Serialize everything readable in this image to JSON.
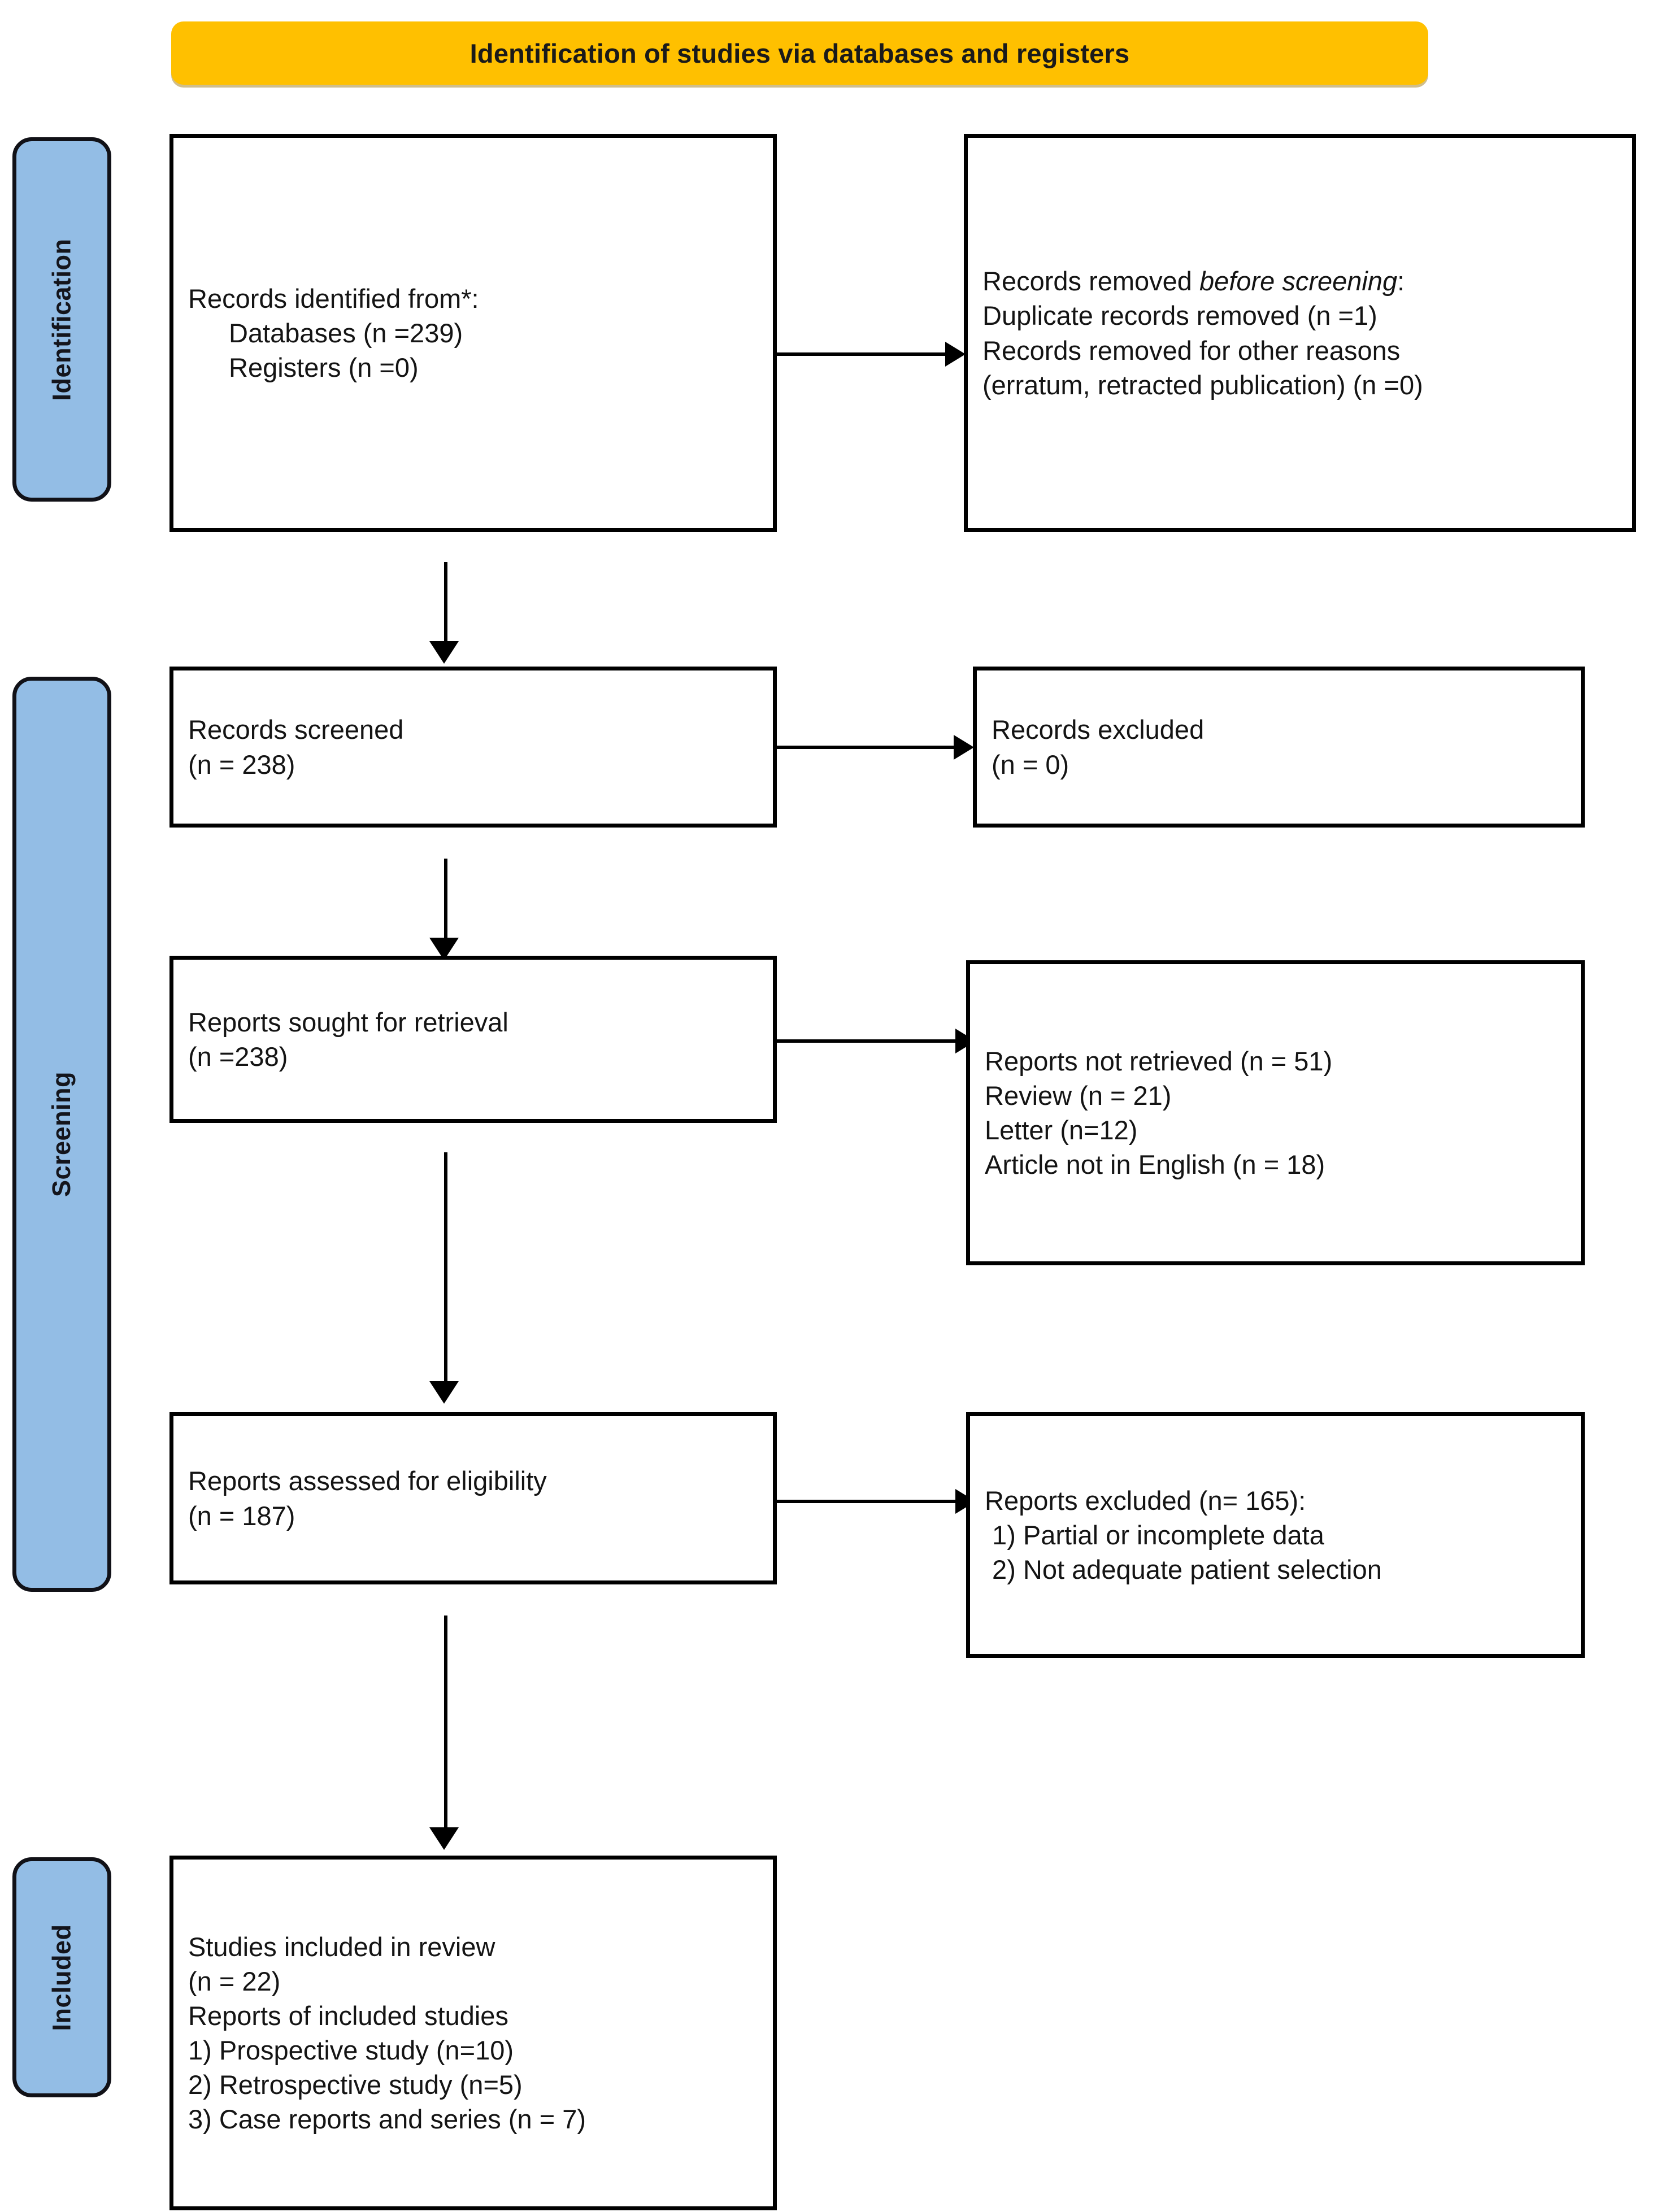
{
  "banner": {
    "title": "Identification of studies via databases and registers",
    "color": "#ffc000"
  },
  "stages": {
    "color": "#93bde5",
    "identification": "Identification",
    "screening": "Screening",
    "included": "Included"
  },
  "boxes": {
    "records_identified": {
      "name": "Records identified from",
      "lines": [
        "Records identified from*:",
        "Databases (n =239)",
        "Registers (n =0)"
      ]
    },
    "records_removed": {
      "name": "Records removed before screening",
      "line1_pre": "Records removed ",
      "line1_italic": "before screening",
      "line1_post": ":",
      "lines": [
        "Duplicate records removed (n =1)",
        "Records removed for other reasons",
        "(erratum, retracted publication) (n =0)"
      ]
    },
    "records_screened": {
      "name": "Records screened",
      "lines": [
        "Records screened",
        "(n = 238)"
      ]
    },
    "records_excluded": {
      "name": "Records excluded",
      "lines": [
        "Records excluded",
        "(n = 0)"
      ]
    },
    "reports_sought": {
      "name": "Reports sought for retrieval",
      "lines": [
        "Reports sought for retrieval",
        "(n =238)"
      ]
    },
    "reports_not_retrieved": {
      "name": "Reports not retrieved",
      "lines": [
        "Reports not retrieved (n = 51)",
        "Review (n = 21)",
        "Letter (n=12)",
        "Article not in English (n = 18)"
      ]
    },
    "reports_assessed": {
      "name": "Reports assessed for eligibility",
      "lines": [
        "Reports assessed for eligibility",
        "(n = 187)"
      ]
    },
    "reports_excluded": {
      "name": "Reports excluded",
      "lines": [
        "Reports excluded (n= 165):",
        " 1) Partial or incomplete data",
        " 2) Not adequate patient selection"
      ]
    },
    "studies_included": {
      "name": "Studies included in review",
      "lines": [
        "Studies included in review",
        "(n = 22)",
        "Reports of included studies",
        "1) Prospective study (n=10)",
        "2) Retrospective study (n=5)",
        "3) Case reports and series (n = 7)"
      ]
    }
  },
  "chart_data": {
    "type": "diagram",
    "title": "PRISMA 2020 flow diagram",
    "subtitle": "Identification of studies via databases and registers",
    "stages": [
      "Identification",
      "Screening",
      "Included"
    ],
    "nodes": [
      {
        "id": "records_identified",
        "stage": "Identification",
        "label": "Records identified from*",
        "counts": {
          "Databases": 239,
          "Registers": 0
        }
      },
      {
        "id": "records_removed",
        "stage": "Identification",
        "label": "Records removed before screening",
        "counts": {
          "Duplicate records removed": 1,
          "Records removed for other reasons (erratum, retracted publication)": 0
        }
      },
      {
        "id": "records_screened",
        "stage": "Screening",
        "label": "Records screened",
        "counts": {
          "n": 238
        }
      },
      {
        "id": "records_excluded",
        "stage": "Screening",
        "label": "Records excluded",
        "counts": {
          "n": 0
        }
      },
      {
        "id": "reports_sought",
        "stage": "Screening",
        "label": "Reports sought for retrieval",
        "counts": {
          "n": 238
        }
      },
      {
        "id": "reports_not_retrieved",
        "stage": "Screening",
        "label": "Reports not retrieved",
        "counts": {
          "Reports not retrieved": 51,
          "Review": 21,
          "Letter": 12,
          "Article not in English": 18
        }
      },
      {
        "id": "reports_assessed",
        "stage": "Screening",
        "label": "Reports assessed for eligibility",
        "counts": {
          "n": 187
        }
      },
      {
        "id": "reports_excluded",
        "stage": "Screening",
        "label": "Reports excluded",
        "counts": {
          "n": 165
        },
        "reasons": [
          "1) Partial or incomplete data",
          "2) Not adequate patient selection"
        ]
      },
      {
        "id": "studies_included",
        "stage": "Included",
        "label": "Studies included in review",
        "counts": {
          "n": 22,
          "Prospective study": 10,
          "Retrospective study": 5,
          "Case reports and series": 7
        }
      }
    ],
    "edges": [
      {
        "from": "records_identified",
        "to": "records_removed",
        "dir": "right"
      },
      {
        "from": "records_identified",
        "to": "records_screened",
        "dir": "down"
      },
      {
        "from": "records_screened",
        "to": "records_excluded",
        "dir": "right"
      },
      {
        "from": "records_screened",
        "to": "reports_sought",
        "dir": "down"
      },
      {
        "from": "reports_sought",
        "to": "reports_not_retrieved",
        "dir": "right"
      },
      {
        "from": "reports_sought",
        "to": "reports_assessed",
        "dir": "down"
      },
      {
        "from": "reports_assessed",
        "to": "reports_excluded",
        "dir": "right"
      },
      {
        "from": "reports_assessed",
        "to": "studies_included",
        "dir": "down"
      }
    ]
  }
}
